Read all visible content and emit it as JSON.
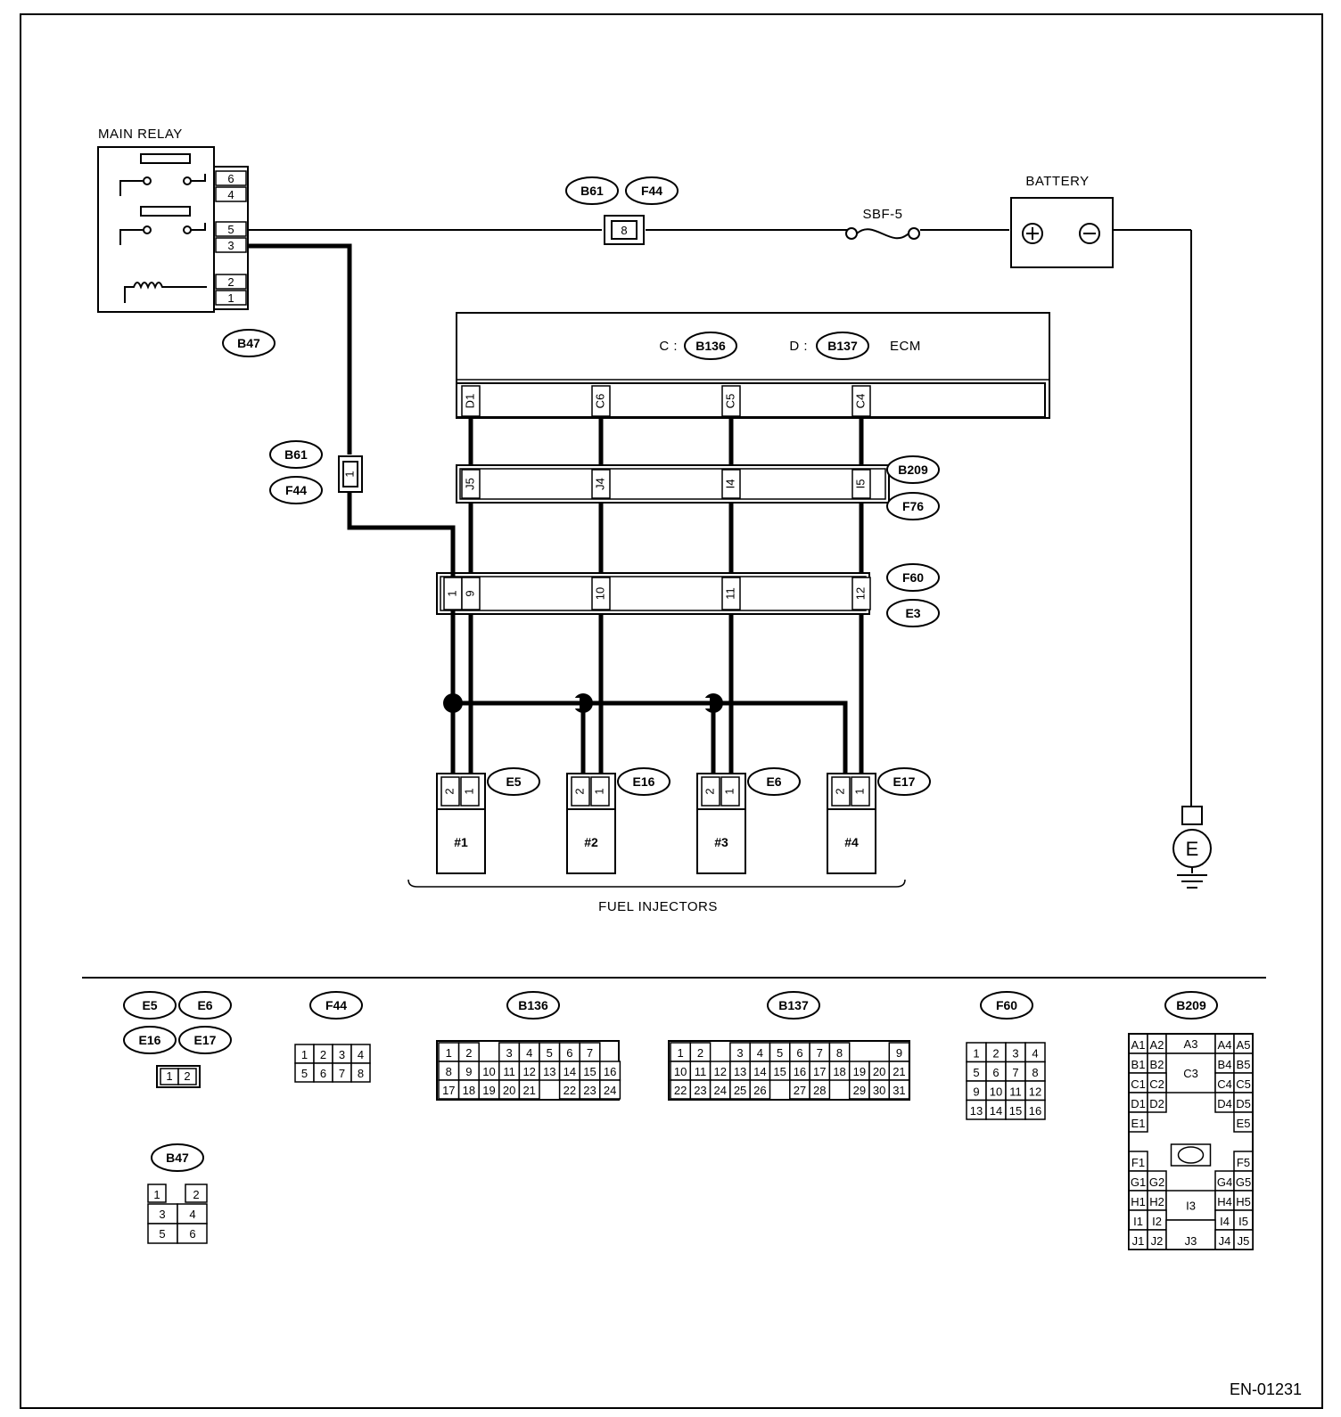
{
  "labels": {
    "main_relay": "MAIN RELAY",
    "battery": "BATTERY",
    "fuse": "SBF-5",
    "ecm": "ECM",
    "ecm_c_prefix": "C :",
    "ecm_d_prefix": "D :",
    "fuel_injectors": "FUEL INJECTORS",
    "ground": "E",
    "doc_id": "EN-01231"
  },
  "tags": {
    "b47": "B47",
    "b61": "B61",
    "f44": "F44",
    "b136": "B136",
    "b137": "B137",
    "b209": "B209",
    "f76": "F76",
    "f60": "F60",
    "e3": "E3",
    "e5": "E5",
    "e16": "E16",
    "e6": "E6",
    "e17": "E17"
  },
  "relay_pins": [
    "6",
    "4",
    "5",
    "3",
    "2",
    "1"
  ],
  "inline_pins": {
    "top": "8",
    "side": "1"
  },
  "ecm_pins": [
    "D1",
    "C6",
    "C5",
    "C4"
  ],
  "b209_pins": [
    "J5",
    "J4",
    "I4",
    "I5"
  ],
  "f60_pins": [
    "1",
    "9",
    "10",
    "11",
    "12"
  ],
  "injectors": [
    {
      "name": "#1",
      "tag": "E5",
      "pins": [
        "2",
        "1"
      ]
    },
    {
      "name": "#2",
      "tag": "E16",
      "pins": [
        "2",
        "1"
      ]
    },
    {
      "name": "#3",
      "tag": "E6",
      "pins": [
        "2",
        "1"
      ]
    },
    {
      "name": "#4",
      "tag": "E17",
      "pins": [
        "2",
        "1"
      ]
    }
  ],
  "connectors": {
    "e5_group": {
      "tags": [
        "E5",
        "E6",
        "E16",
        "E17"
      ],
      "pins": [
        "1",
        "2"
      ]
    },
    "f44": {
      "tag": "F44",
      "pins": [
        "1",
        "2",
        "3",
        "4",
        "5",
        "6",
        "7",
        "8"
      ]
    },
    "b136": {
      "tag": "B136",
      "pins": [
        "1",
        "2",
        "3",
        "4",
        "5",
        "6",
        "7",
        "8",
        "9",
        "10",
        "11",
        "12",
        "13",
        "14",
        "15",
        "16",
        "17",
        "18",
        "19",
        "20",
        "21",
        "22",
        "23",
        "24"
      ]
    },
    "b137": {
      "tag": "B137",
      "pins": [
        "1",
        "2",
        "3",
        "4",
        "5",
        "6",
        "7",
        "8",
        "9",
        "10",
        "11",
        "12",
        "13",
        "14",
        "15",
        "16",
        "17",
        "18",
        "19",
        "20",
        "21",
        "22",
        "23",
        "24",
        "25",
        "26",
        "27",
        "28",
        "29",
        "30",
        "31"
      ]
    },
    "f60": {
      "tag": "F60",
      "pins": [
        "1",
        "2",
        "3",
        "4",
        "5",
        "6",
        "7",
        "8",
        "9",
        "10",
        "11",
        "12",
        "13",
        "14",
        "15",
        "16"
      ]
    },
    "b47": {
      "tag": "B47",
      "pins": [
        "1",
        "2",
        "3",
        "4",
        "5",
        "6"
      ]
    },
    "b209": {
      "tag": "B209",
      "pins": [
        "A1",
        "A2",
        "A3",
        "A4",
        "A5",
        "B1",
        "B2",
        "C3",
        "B4",
        "B5",
        "C1",
        "C2",
        "C4",
        "C5",
        "D1",
        "D2",
        "D4",
        "D5",
        "E1",
        "E5",
        "F1",
        "F5",
        "G1",
        "G2",
        "G4",
        "G5",
        "H1",
        "H2",
        "I3",
        "H4",
        "H5",
        "I1",
        "I2",
        "I4",
        "I5",
        "J1",
        "J2",
        "J3",
        "J4",
        "J5"
      ]
    }
  }
}
